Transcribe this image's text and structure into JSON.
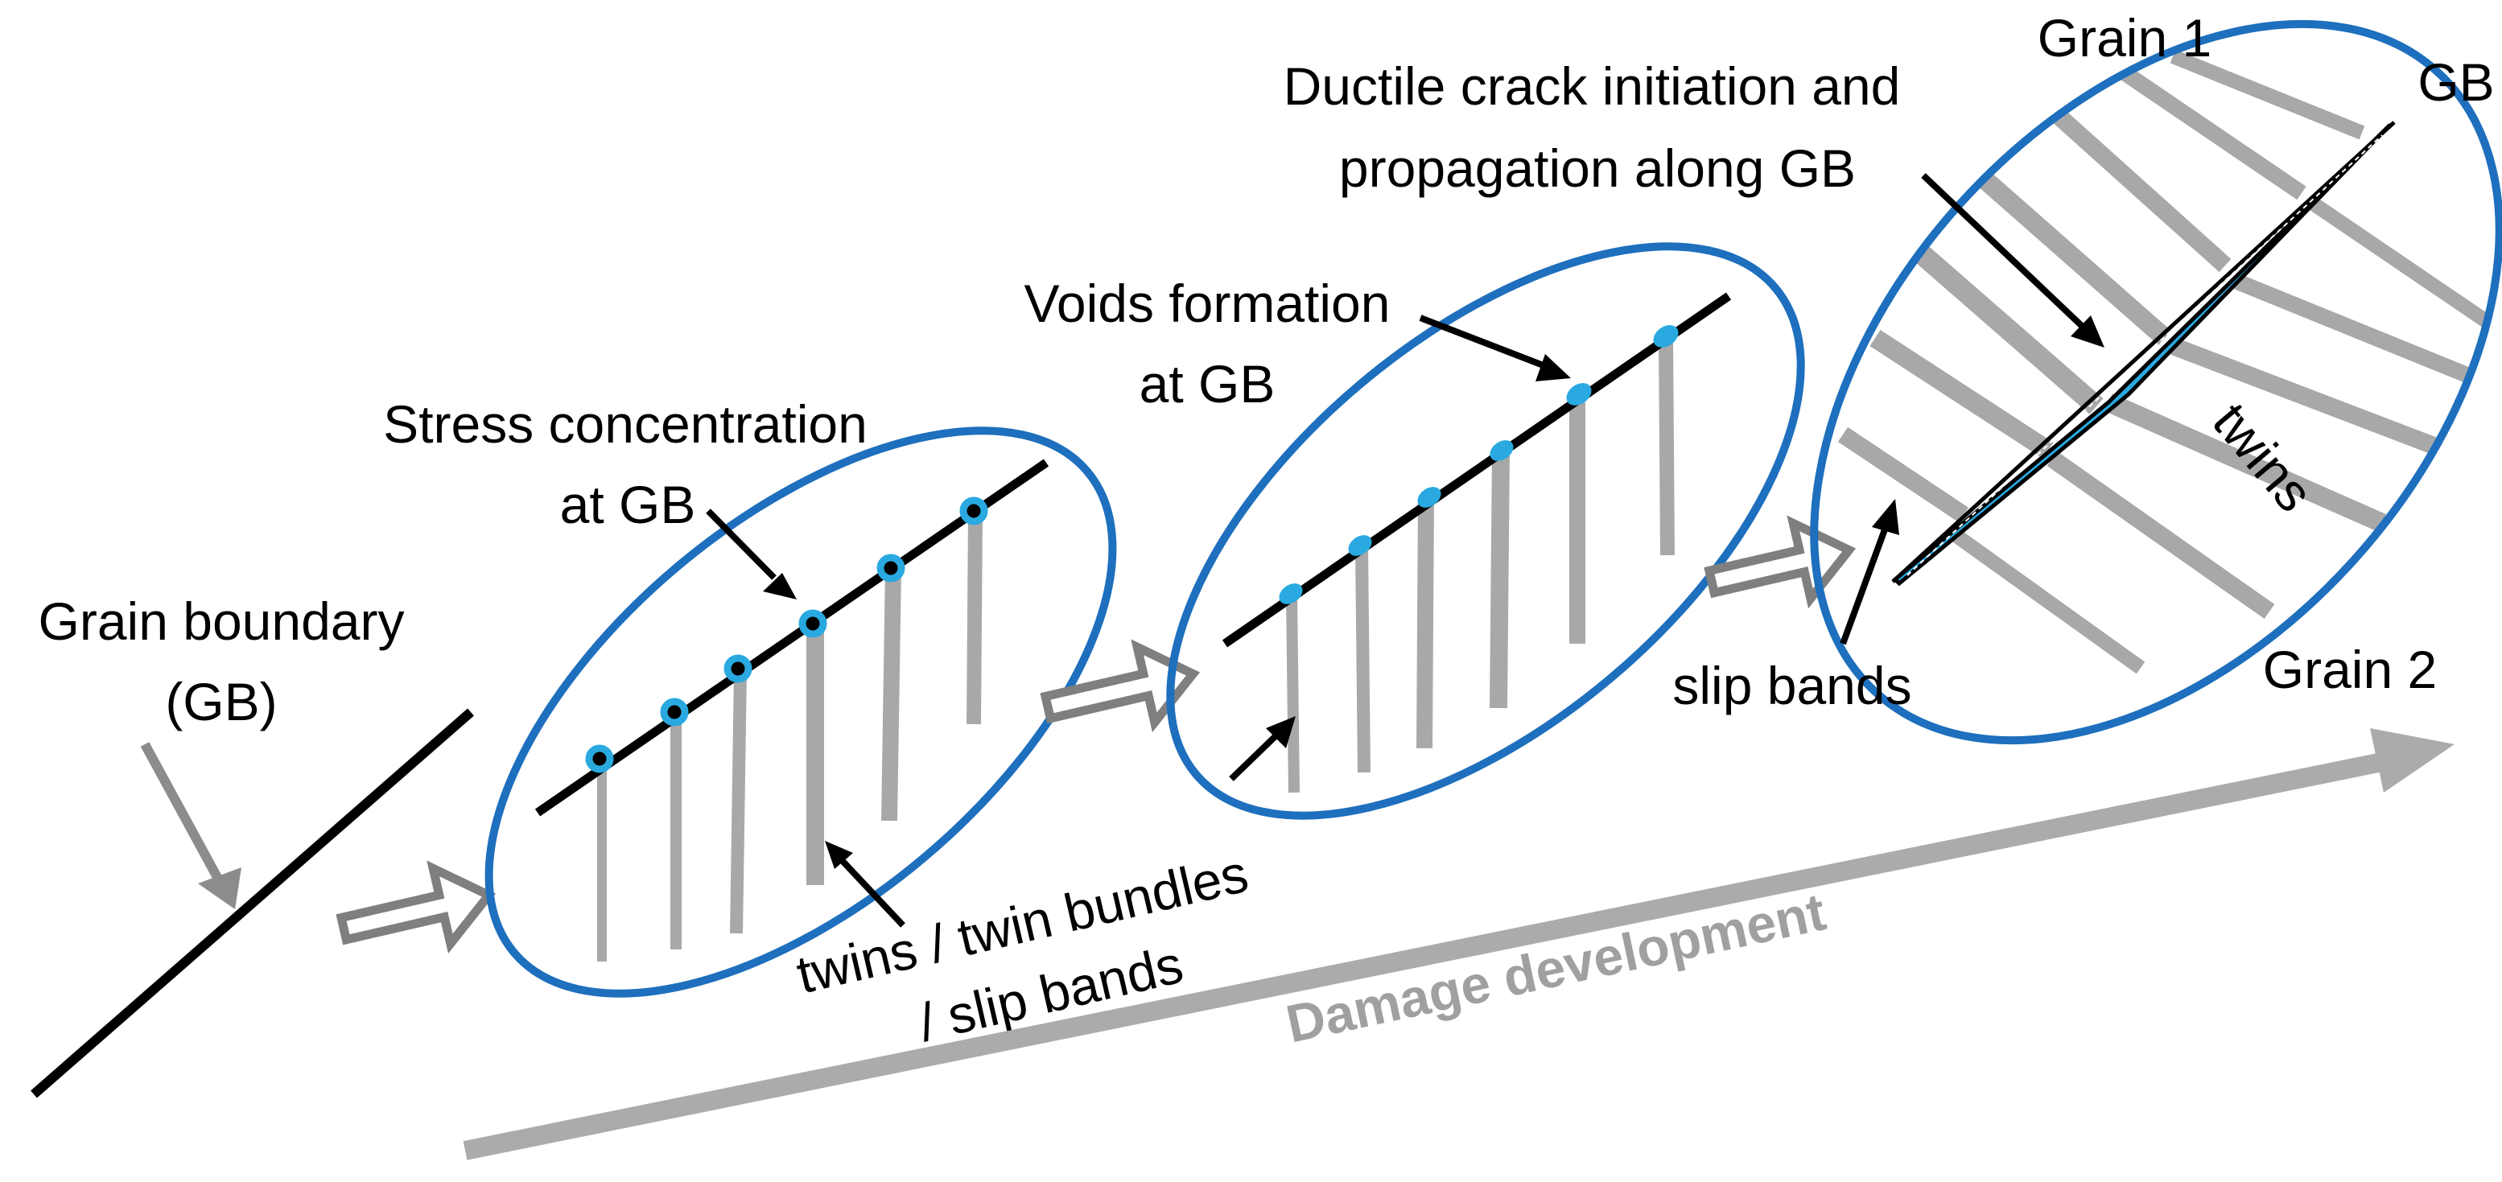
{
  "labels": {
    "grain_boundary_line1": "Grain boundary",
    "grain_boundary_line2": "(GB)",
    "stress_line1": "Stress concentration",
    "stress_line2": "at GB",
    "voids_line1": "Voids formation",
    "voids_line2": "at GB",
    "ductile_line1": "Ductile crack initiation and",
    "ductile_line2": "propagation along GB",
    "grain1": "Grain 1",
    "grain2": "Grain 2",
    "gb": "GB",
    "twins": "twins",
    "slip_bands": "slip bands",
    "twins_bundles_line1": "twins / twin bundles",
    "twins_bundles_line2": "/ slip bands",
    "damage": "Damage development"
  },
  "colors": {
    "ellipse": "#1e6fbd",
    "boundary": "#000000",
    "twin": "#a8a8a8",
    "void": "#29a9e0",
    "arrow_gray": "#8c8c8c",
    "damage_arrow": "#ababab"
  }
}
